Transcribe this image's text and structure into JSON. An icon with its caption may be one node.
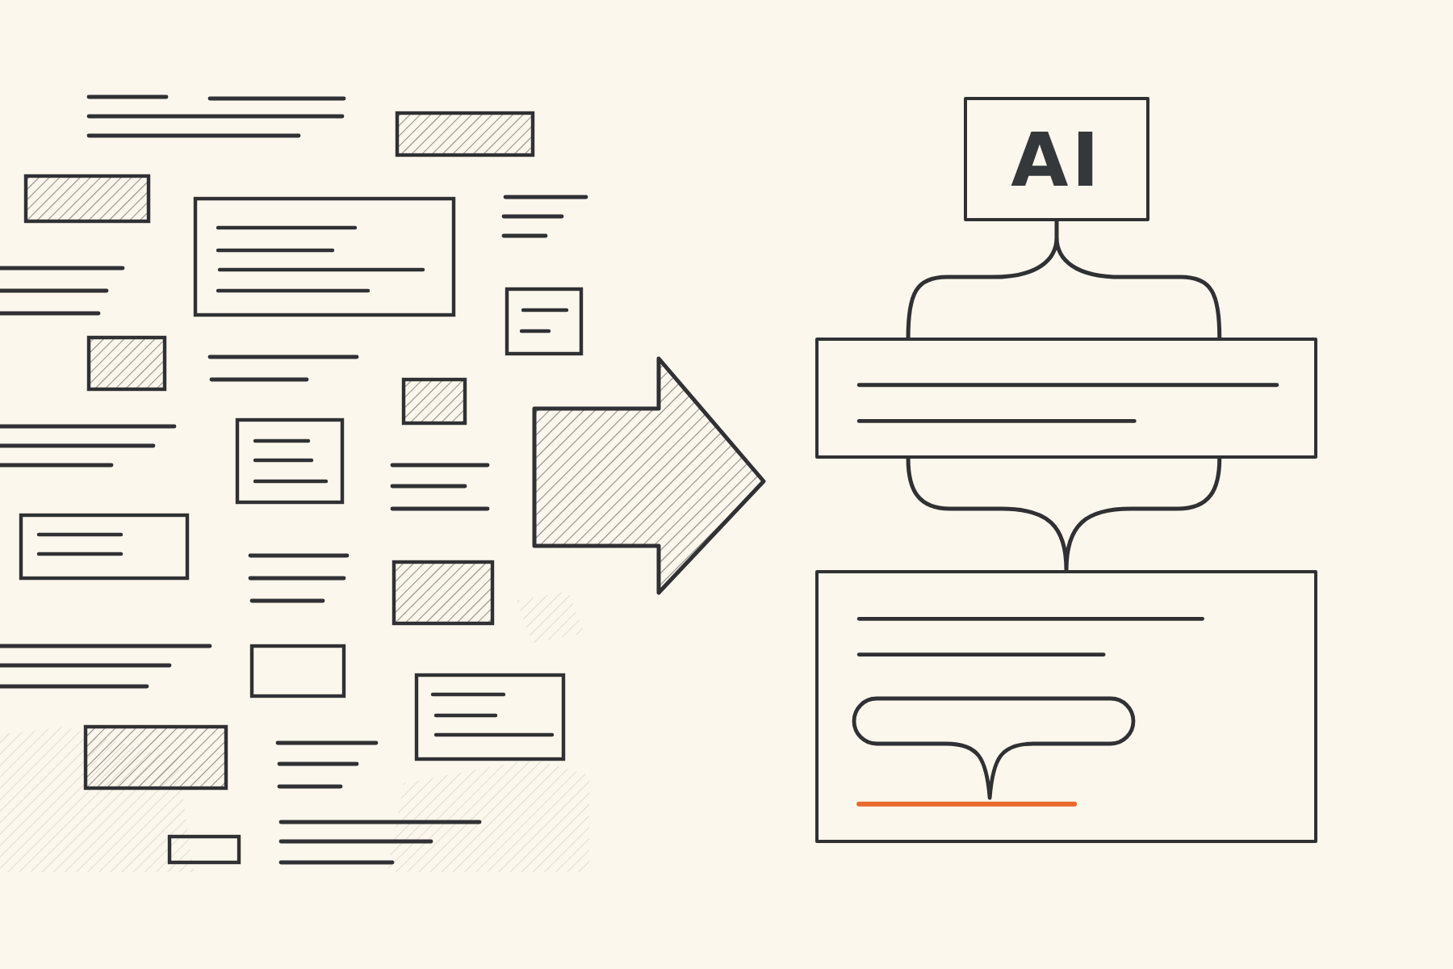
{
  "diagram": {
    "nodes": [
      {
        "text": [
          "AI"
        ]
      },
      {
        "text": [],
        "shape": "box"
      },
      {
        "text": [],
        "shape": "box"
      },
      {
        "text": [],
        "shape": "bubble",
        "in": 2
      }
    ],
    "edges": [
      {
        "from": 0,
        "to": 1,
        "arrow": "none"
      },
      {
        "from": 1,
        "to": 2,
        "arrow": "none"
      }
    ]
  }
}
